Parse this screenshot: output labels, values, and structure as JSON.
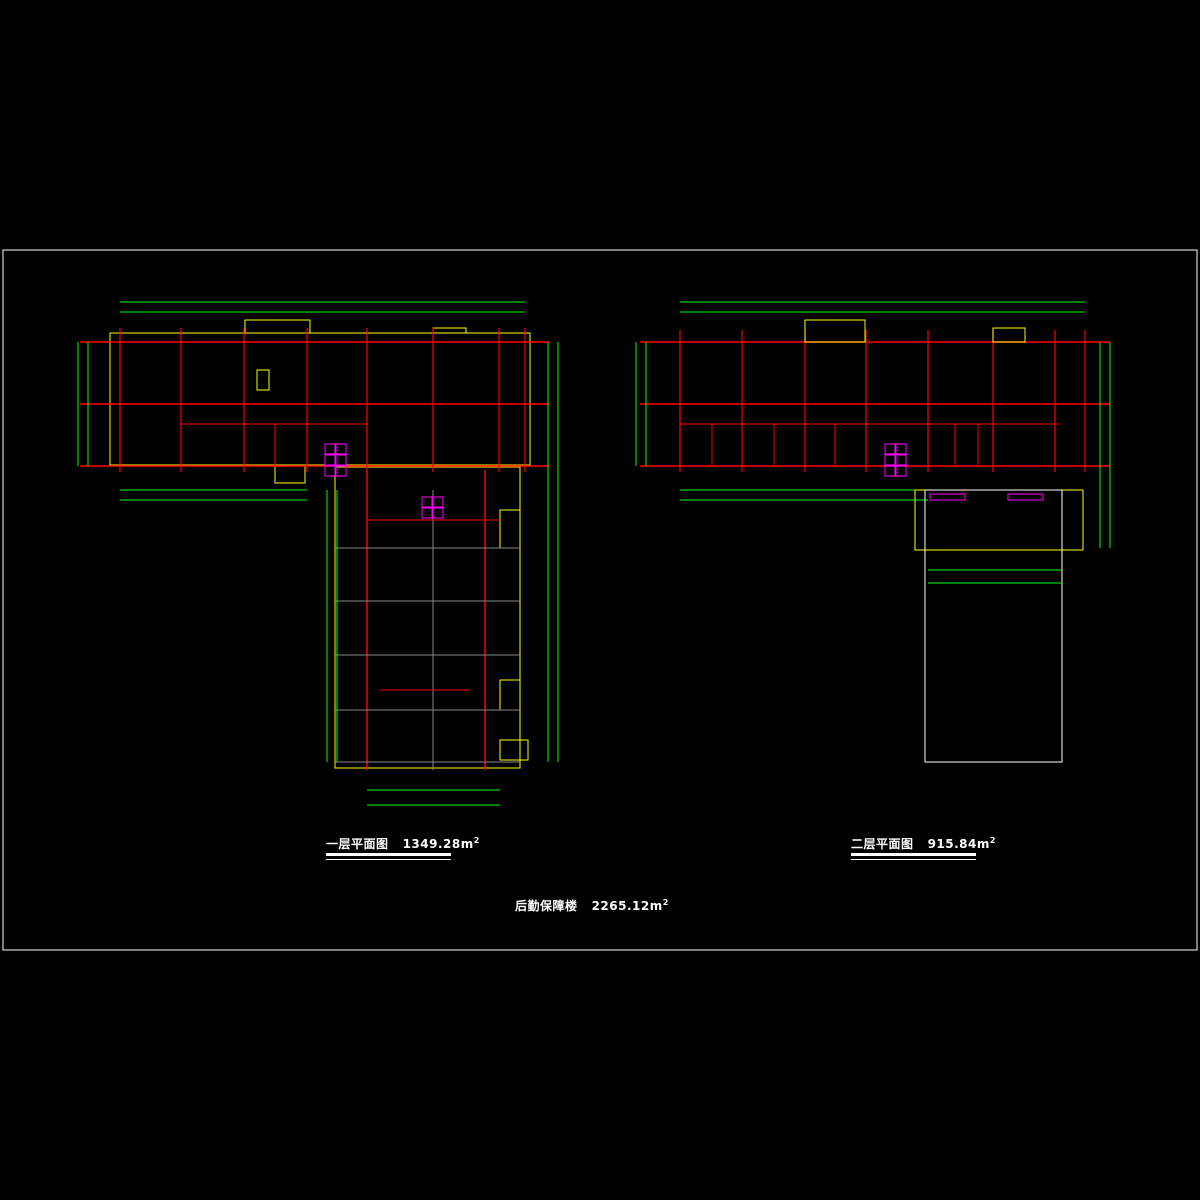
{
  "drawing": {
    "plan1": {
      "name": "一层平面图",
      "area": "1349.28m",
      "exp": "2"
    },
    "plan2": {
      "name": "二层平面图",
      "area": "915.84m",
      "exp": "2"
    },
    "building": {
      "name": "后勤保障楼",
      "area": "2265.12m",
      "exp": "2"
    }
  },
  "colors": {
    "wall": "#ff0000",
    "outline": "#ffff00",
    "dimension": "#00ff00",
    "fixture": "#ff00ff",
    "frame": "#ffffff"
  }
}
